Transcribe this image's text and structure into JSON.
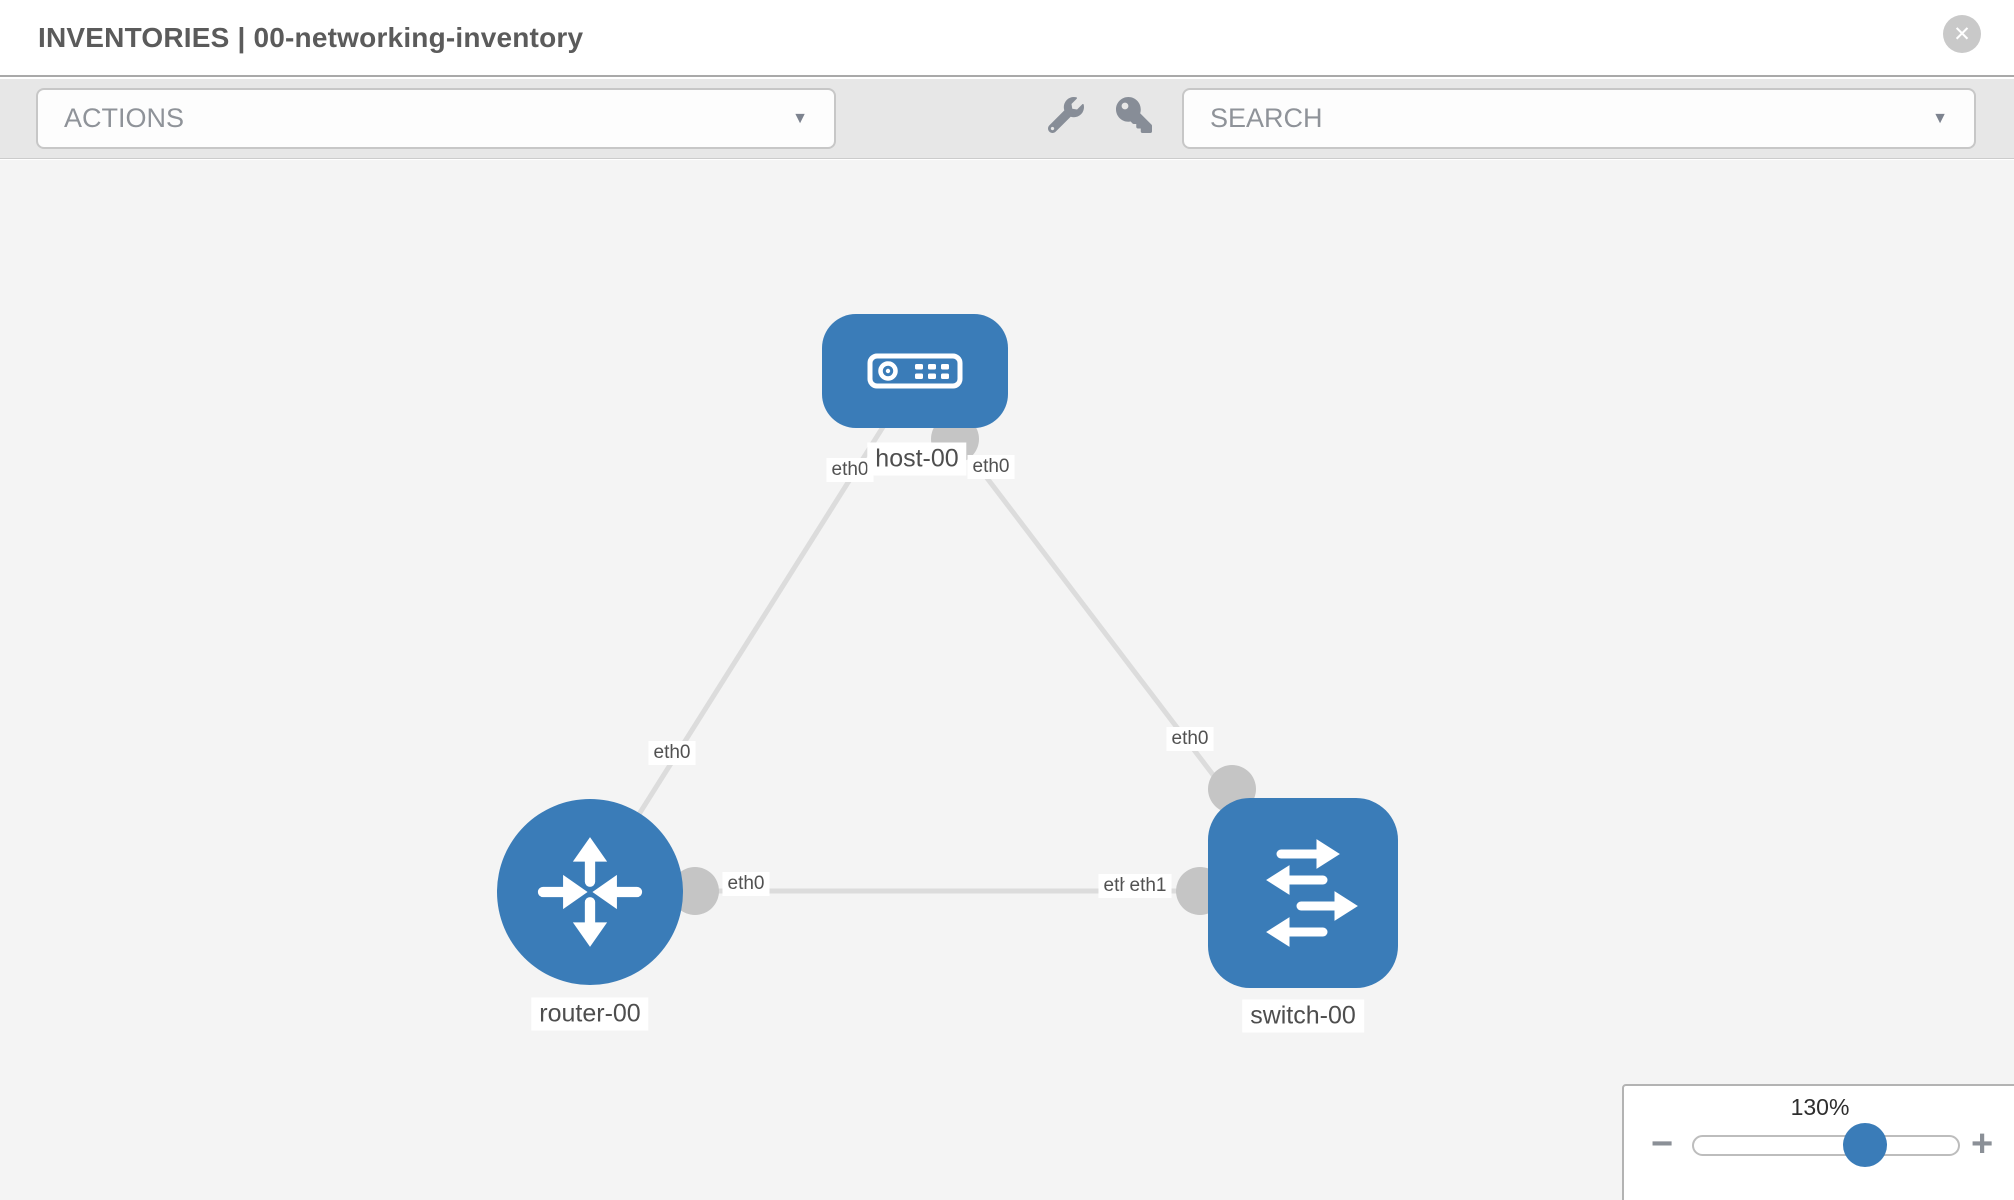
{
  "header": {
    "title": "INVENTORIES | 00-networking-inventory"
  },
  "toolbar": {
    "actions_label": "ACTIONS",
    "search_label": "SEARCH"
  },
  "icons": {
    "close": "✕",
    "caret": "▼",
    "minus": "−",
    "plus": "+"
  },
  "zoom_control": {
    "level": "130%"
  },
  "topology": {
    "nodes": [
      {
        "id": "host-00",
        "type": "host",
        "label": "host-00"
      },
      {
        "id": "router-00",
        "type": "router",
        "label": "router-00"
      },
      {
        "id": "switch-00",
        "type": "switch",
        "label": "switch-00"
      }
    ],
    "links": [
      {
        "from": "host-00",
        "to": "router-00",
        "from_label": "eth0",
        "to_label": "eth0"
      },
      {
        "from": "host-00",
        "to": "switch-00",
        "from_label": "eth0",
        "to_label": "eth0"
      },
      {
        "from": "router-00",
        "to": "switch-00",
        "from_label": "eth0",
        "to_label": "eth1",
        "to_label_ghost": "eth0"
      }
    ],
    "colors": {
      "node": "#3a7cb8",
      "link": "#dcdcdc",
      "endpoint": "#c5c5c5"
    }
  }
}
